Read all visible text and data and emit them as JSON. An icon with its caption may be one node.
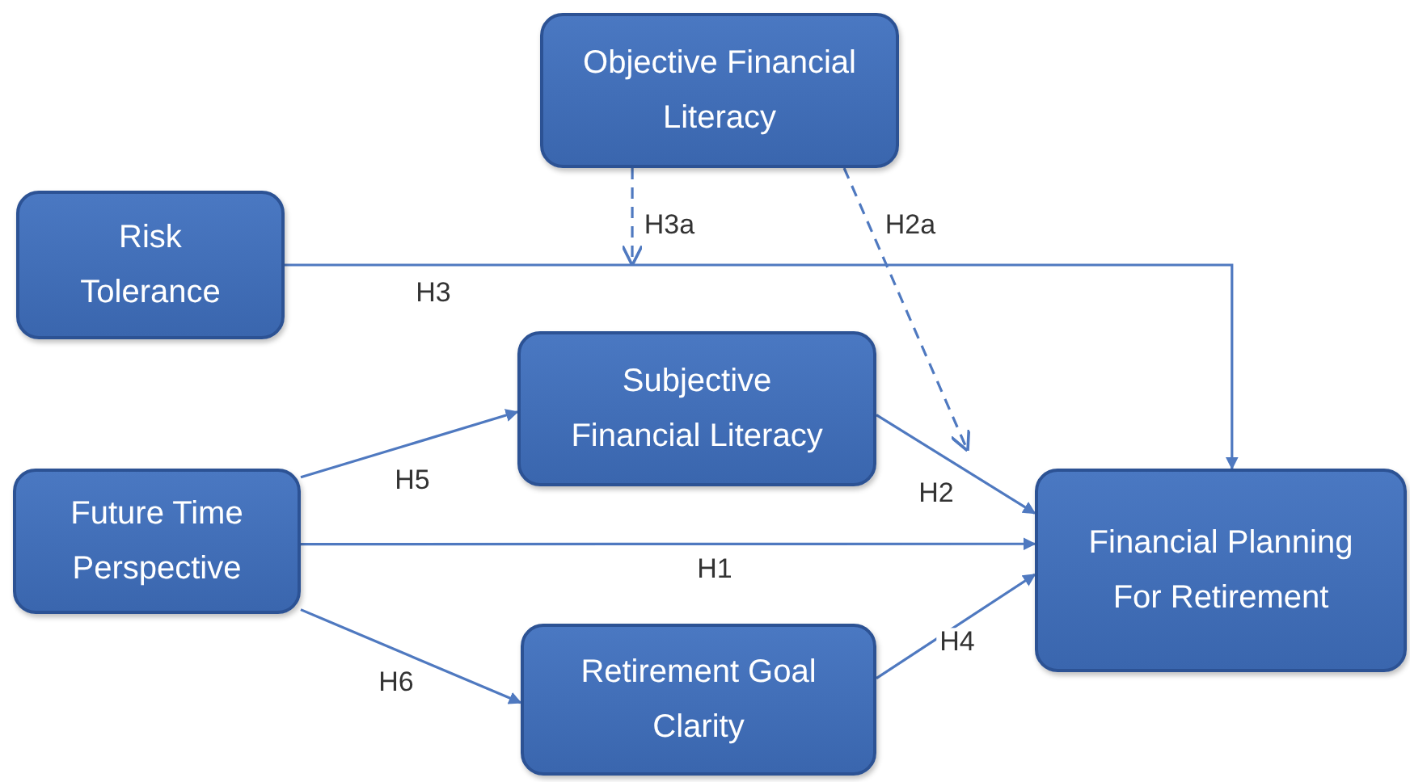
{
  "diagram": {
    "nodes": [
      {
        "text": [
          "Objective Financial Literacy"
        ]
      },
      {
        "text": [
          "Risk Tolerance"
        ]
      },
      {
        "text": [
          "Subjective Financial Literacy"
        ]
      },
      {
        "text": [
          "Future Time Perspective"
        ]
      },
      {
        "text": [
          "Financial Planning For Retirement"
        ]
      },
      {
        "text": [
          "Retirement Goal Clarity"
        ]
      }
    ],
    "edges": [
      {
        "from": 1,
        "to": 4,
        "arrow": "to",
        "label": "H3"
      },
      {
        "from": 0,
        "to": null,
        "arrow": "to",
        "label": "H3a",
        "style": "dashed"
      },
      {
        "from": 0,
        "to": null,
        "arrow": "to",
        "label": "H2a",
        "style": "dashed"
      },
      {
        "from": 2,
        "to": 4,
        "arrow": "to",
        "label": "H2"
      },
      {
        "from": 3,
        "to": 2,
        "arrow": "to",
        "label": "H5"
      },
      {
        "from": 3,
        "to": 4,
        "arrow": "to",
        "label": "H1"
      },
      {
        "from": 3,
        "to": 5,
        "arrow": "to",
        "label": "H6"
      },
      {
        "from": 5,
        "to": 4,
        "arrow": "to",
        "label": "H4"
      }
    ]
  }
}
